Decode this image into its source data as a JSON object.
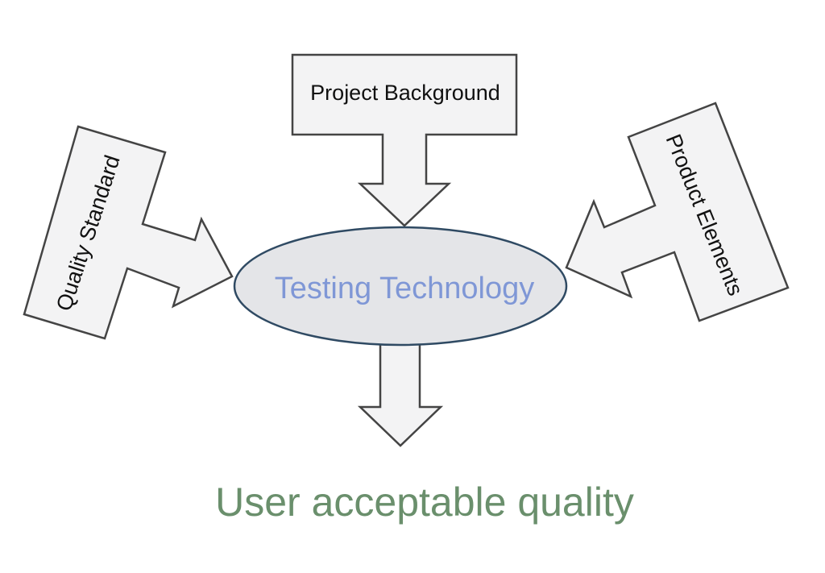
{
  "diagram": {
    "center": {
      "label": "Testing Technology",
      "text_color": "#7f97d6",
      "fill": "#e4e5e8",
      "stroke": "#2f4a63"
    },
    "inputs": [
      {
        "label": "Project Background",
        "direction": "top"
      },
      {
        "label": "Quality Standard",
        "direction": "left"
      },
      {
        "label": "Product Elements",
        "direction": "right"
      }
    ],
    "output": {
      "label": "User acceptable quality",
      "color": "#6a8f6c"
    }
  }
}
